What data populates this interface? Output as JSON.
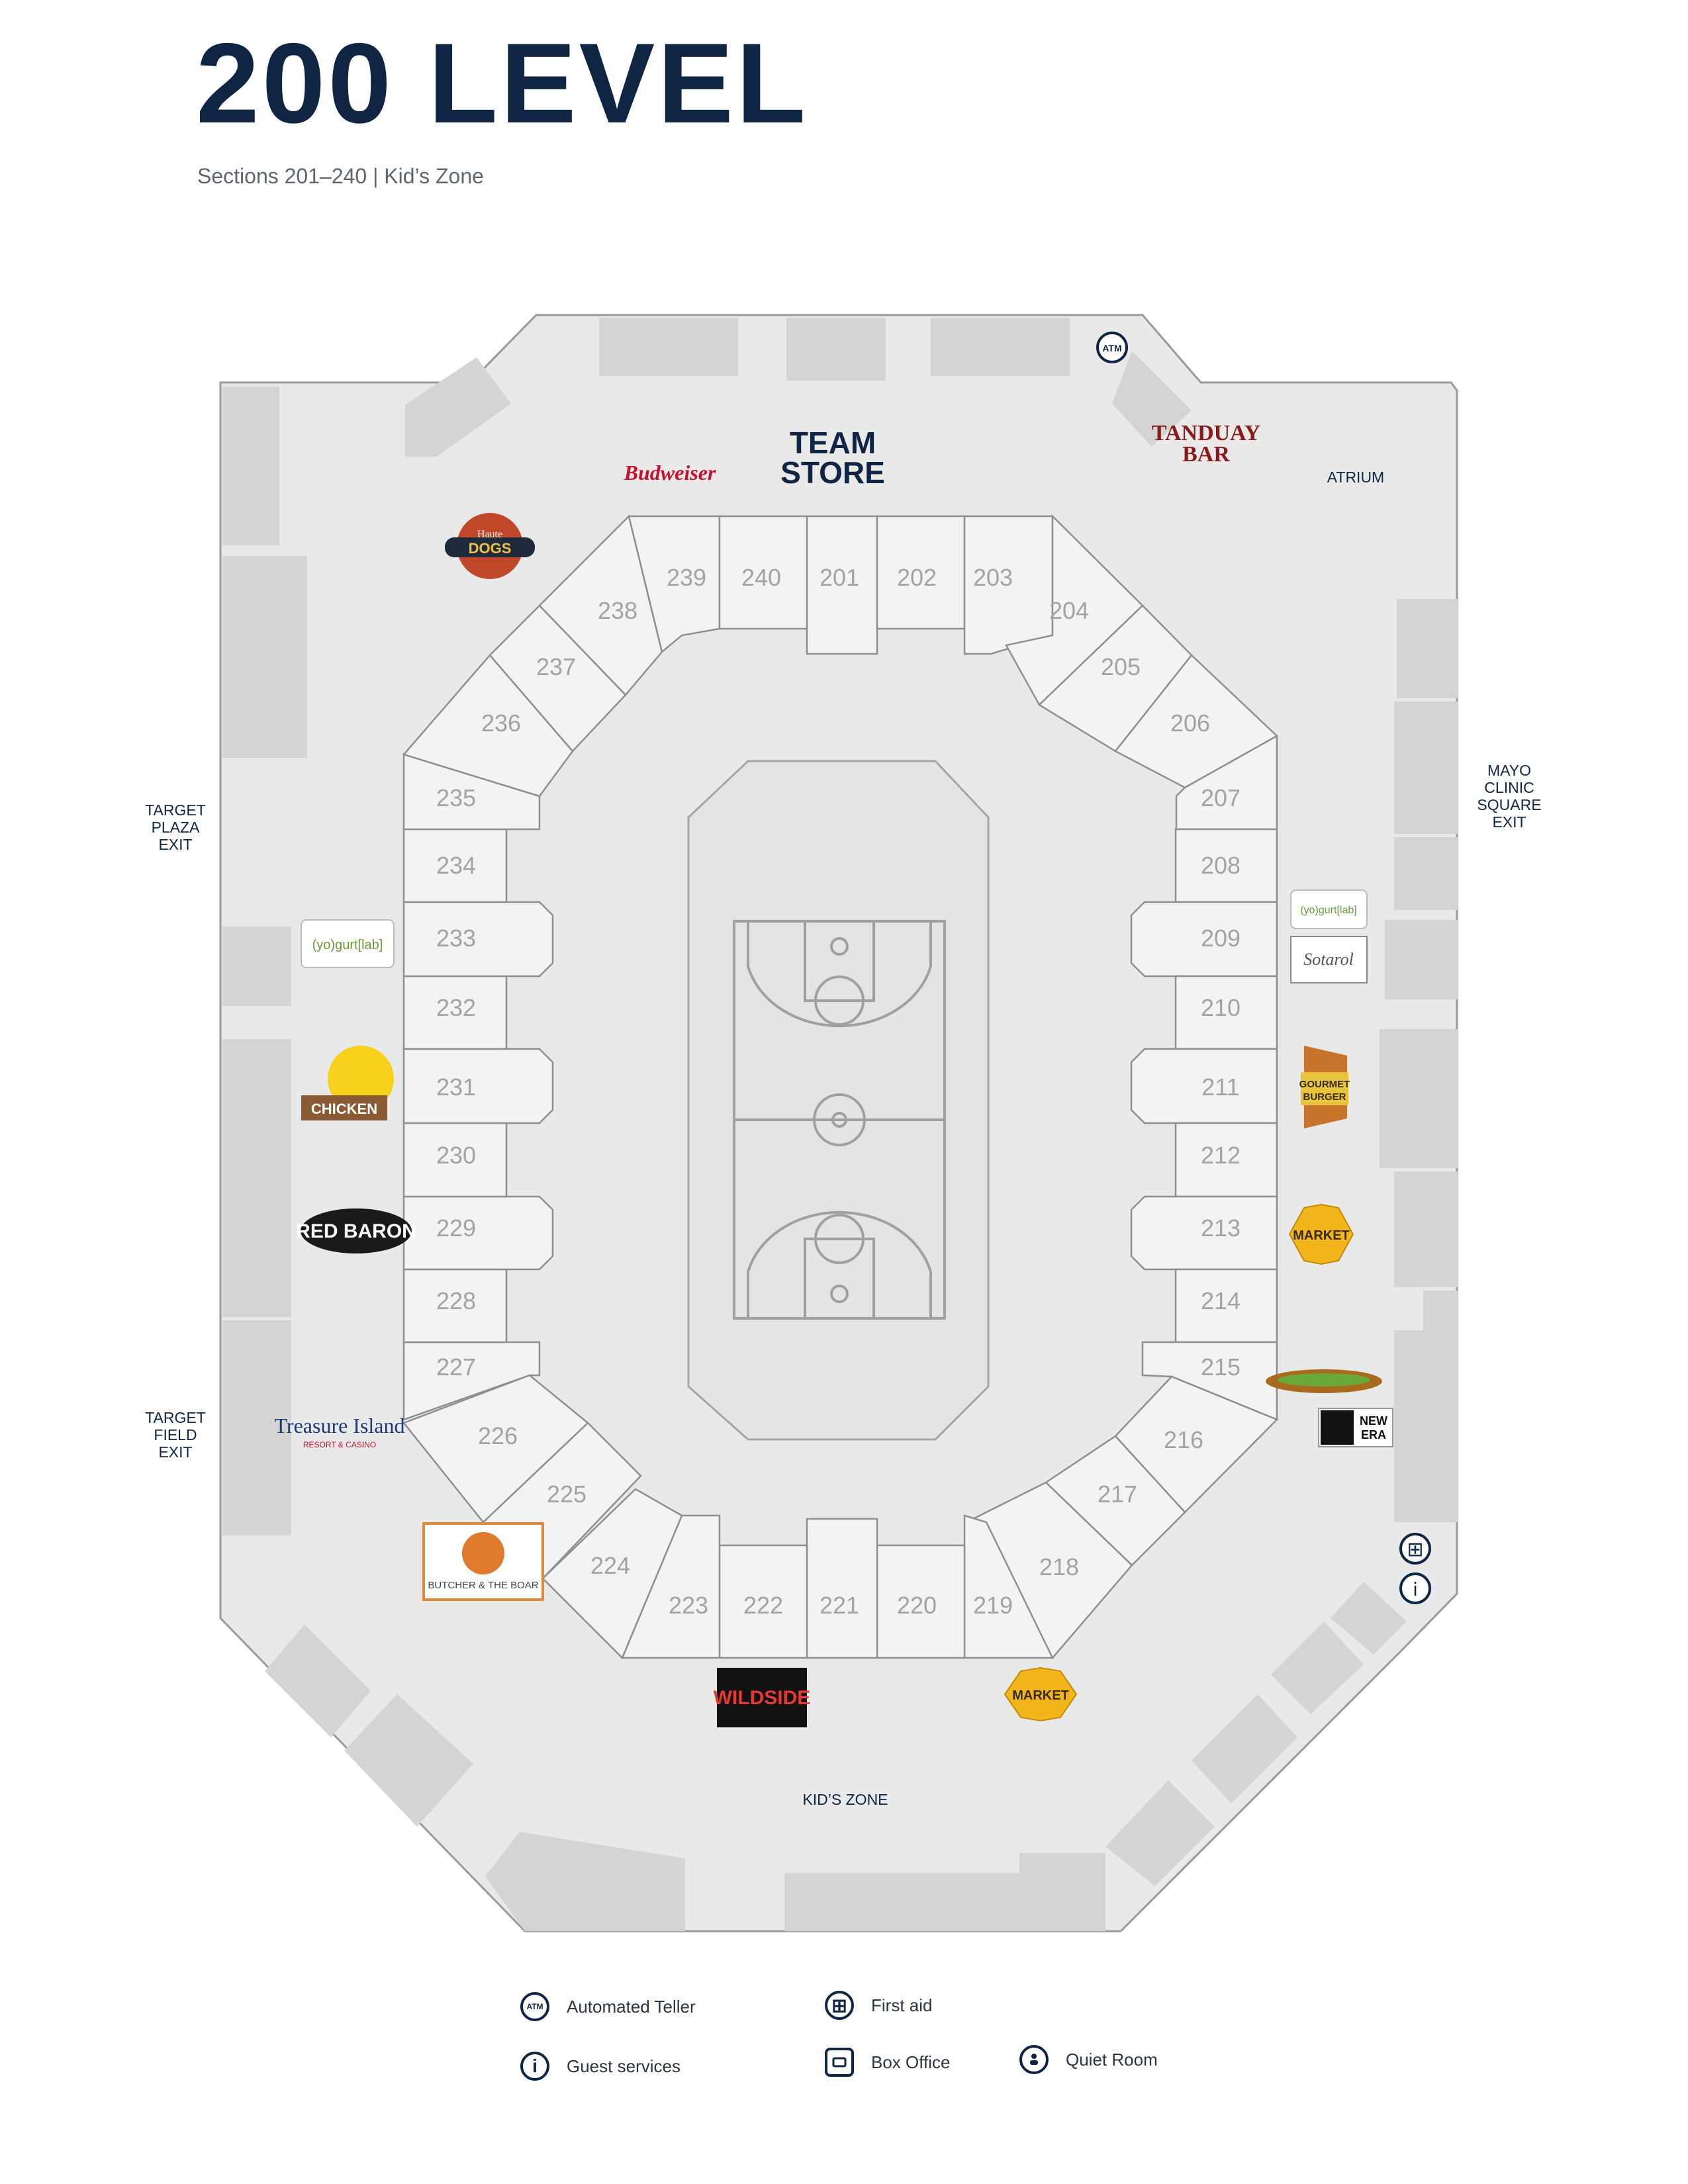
{
  "header": {
    "title": "200 LEVEL",
    "subtitle": "Sections 201–240 | Kid’s Zone"
  },
  "colors": {
    "navy": "#0f2543",
    "concourse": "#e9e9e9",
    "block": "#d4d4d4",
    "section_fill": "#f3f3f3",
    "section_text": "#a3a3a3"
  },
  "map": {
    "sections": [
      "201",
      "202",
      "203",
      "204",
      "205",
      "206",
      "207",
      "208",
      "209",
      "210",
      "211",
      "212",
      "213",
      "214",
      "215",
      "216",
      "217",
      "218",
      "219",
      "220",
      "221",
      "222",
      "223",
      "224",
      "225",
      "226",
      "227",
      "228",
      "229",
      "230",
      "231",
      "232",
      "233",
      "234",
      "235",
      "236",
      "237",
      "238",
      "239",
      "240"
    ],
    "labels": {
      "atrium": "ATRIUM",
      "kids_zone": "KID’S ZONE",
      "target_plaza_exit": [
        "TARGET",
        "PLAZA",
        "EXIT"
      ],
      "target_field_exit": [
        "TARGET",
        "FIELD",
        "EXIT"
      ],
      "mayo_exit": [
        "MAYO",
        "CLINIC",
        "SQUARE",
        "EXIT"
      ]
    },
    "vendors": {
      "team_store": [
        "TEAM",
        "STORE"
      ],
      "budweiser": "Budweiser",
      "tanduay": [
        "TANDUAY",
        "BAR"
      ],
      "haute_dogs": [
        "Haute",
        "DOGS"
      ],
      "yogurt_lab": "(yo)gurt[lab]",
      "chicken": "CHICKEN",
      "red_baron": "RED BARON",
      "treasure_island": "Treasure Island",
      "treasure_island_sub": "RESORT & CASINO",
      "butcher": "BUTCHER & THE BOAR",
      "wildside": "WILDSIDE",
      "market": "MARKET",
      "gourmet_burger": [
        "GOURMET",
        "BURGER"
      ],
      "new_era": [
        "NEW",
        "ERA"
      ],
      "sotarol": "Sotarol"
    },
    "icons": {
      "atm": "ATM",
      "first_aid": "⊞",
      "info": "i"
    }
  },
  "legend": {
    "atm": "Automated Teller",
    "guest": "Guest services",
    "first_aid": "First aid",
    "box_office": "Box Office",
    "quiet_room": "Quiet Room"
  }
}
